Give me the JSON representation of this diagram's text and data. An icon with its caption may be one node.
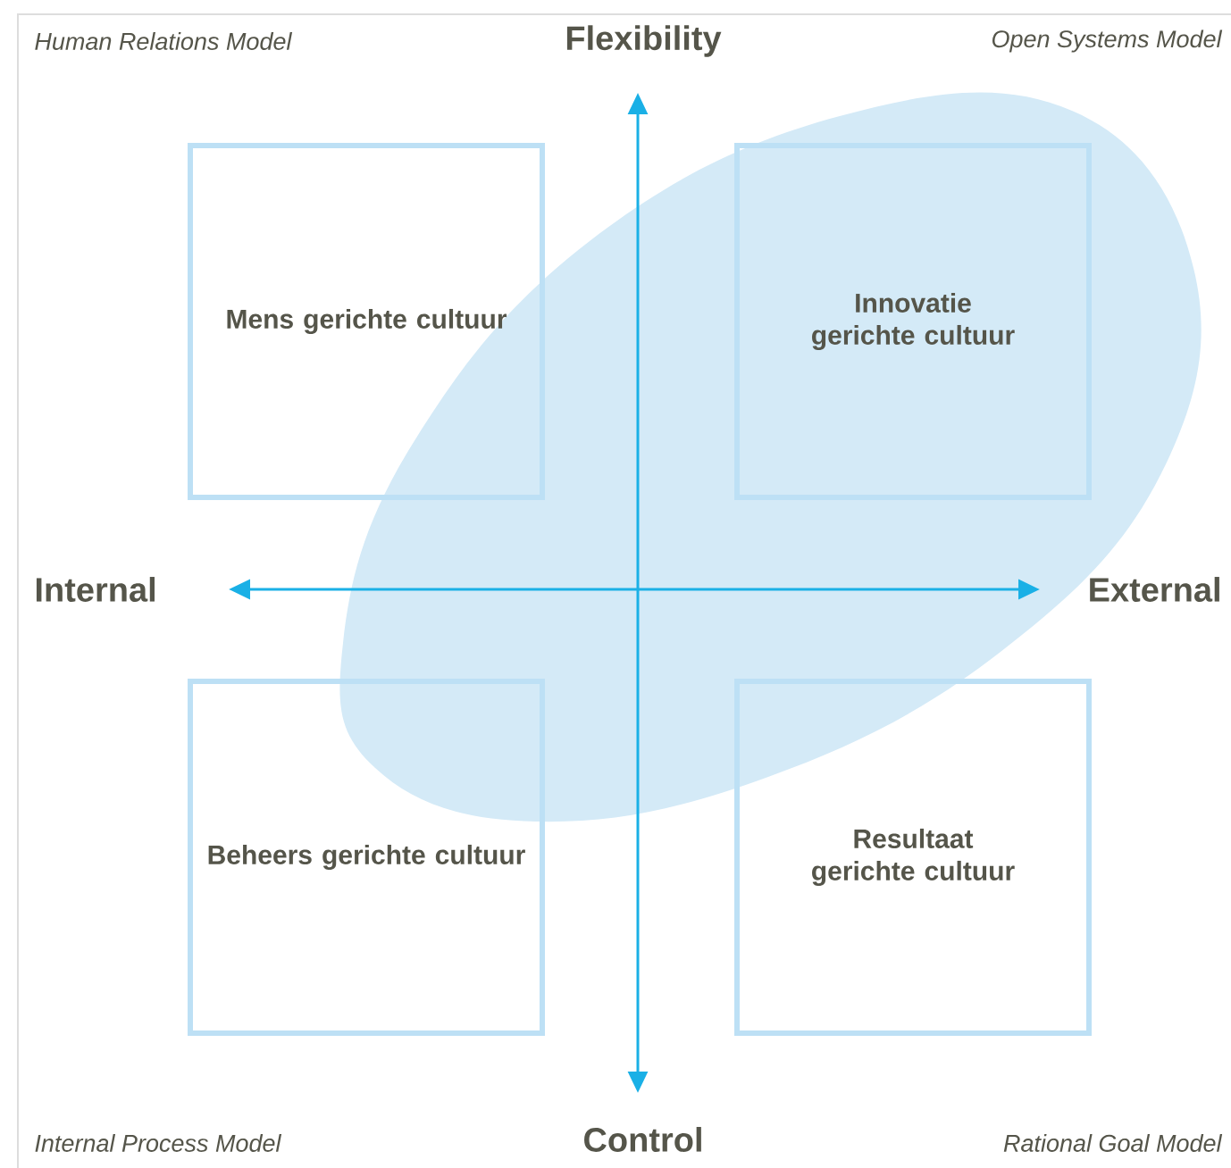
{
  "diagram": {
    "nodes": [
      {
        "text": [
          "Mens gerichte cultuur"
        ]
      },
      {
        "text": [
          "Innovatie gerichte cultuur"
        ]
      },
      {
        "text": [
          "Beheers gerichte cultuur"
        ]
      },
      {
        "text": [
          "Resultaat gerichte cultuur"
        ]
      }
    ],
    "labels": [
      "Human Relations Model",
      "Flexibility",
      "Open Systems Model",
      "Internal",
      "External",
      "Internal Process Model",
      "Control",
      "Rational Goal Model"
    ]
  }
}
